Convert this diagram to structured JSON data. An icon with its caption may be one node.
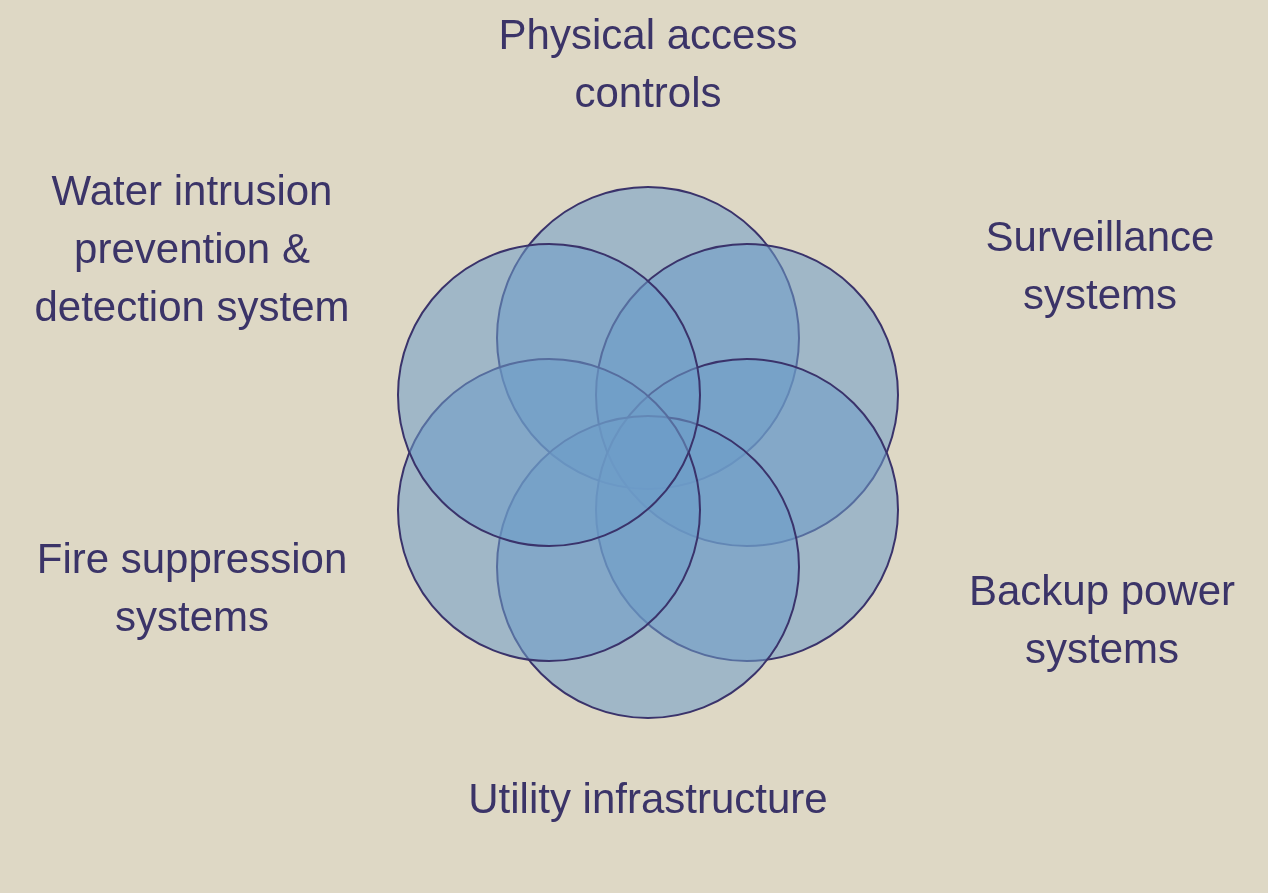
{
  "diagram": {
    "nodes": [
      {
        "text": [],
        "shape": "circle",
        "beside": [
          "Physical access controls"
        ]
      },
      {
        "text": [],
        "shape": "circle",
        "beside": [
          "Surveillance systems"
        ]
      },
      {
        "text": [],
        "shape": "circle",
        "beside": [
          "Backup power systems"
        ]
      },
      {
        "text": [],
        "shape": "circle",
        "beside": [
          "Utility infrastructure"
        ]
      },
      {
        "text": [],
        "shape": "circle",
        "beside": [
          "Fire suppression systems"
        ]
      },
      {
        "text": [],
        "shape": "circle",
        "beside": [
          "Water intrusion prevention & detection system"
        ]
      }
    ]
  }
}
